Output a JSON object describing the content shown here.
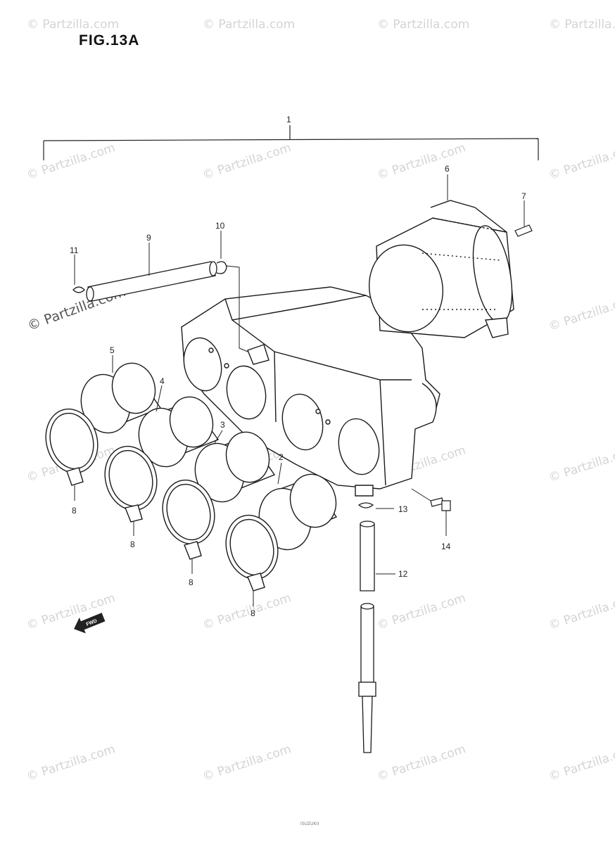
{
  "figure": {
    "title": "FIG.13A"
  },
  "watermark": {
    "text": "© Partzilla.com",
    "color": "#d4d4d4"
  },
  "direction_arrow": {
    "label": "FWD"
  },
  "callouts": {
    "c1": "1",
    "c2": "2",
    "c3": "3",
    "c4": "4",
    "c5": "5",
    "c6": "6",
    "c7": "7",
    "c8a": "8",
    "c8b": "8",
    "c8c": "8",
    "c8d": "8",
    "c9": "9",
    "c10": "10",
    "c11": "11",
    "c12": "12",
    "c13": "13",
    "c14": "14"
  },
  "footer": {
    "text": "(SUZUKI)"
  }
}
